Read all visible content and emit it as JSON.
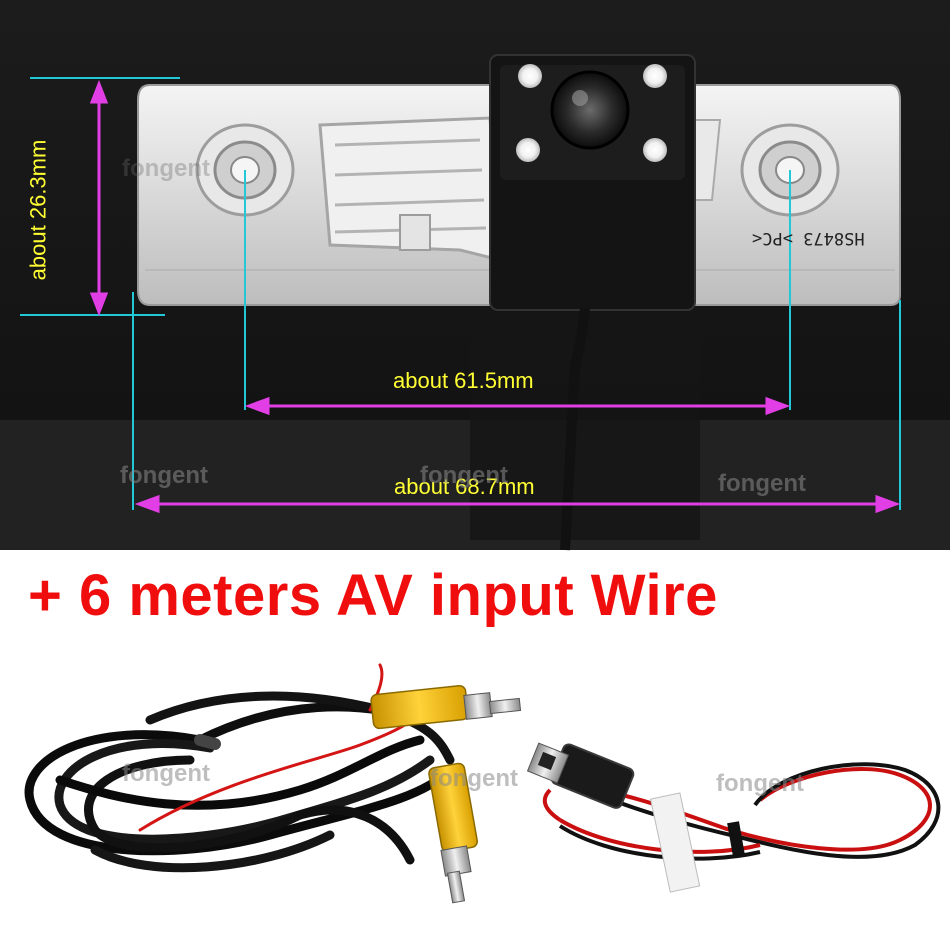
{
  "dimensions": {
    "height_label": "about 26.3mm",
    "hole_spacing_label": "about 61.5mm",
    "width_label": "about 68.7mm"
  },
  "headline": "+ 6 meters AV input Wire",
  "watermark": "fongent",
  "part_marking": "HS8473 >PC<",
  "colors": {
    "dimension_line": "#e23ee6",
    "guide_line": "#21c8d8",
    "dimension_text": "#ffff33",
    "headline": "#f00d0d"
  }
}
